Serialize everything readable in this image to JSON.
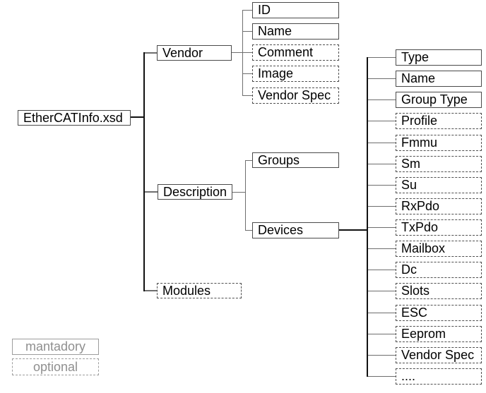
{
  "nodes": {
    "root": {
      "label": "EtherCATInfo.xsd",
      "type": "mandatory"
    },
    "vendor": {
      "label": "Vendor",
      "type": "mandatory"
    },
    "description": {
      "label": "Description",
      "type": "mandatory"
    },
    "modules": {
      "label": "Modules",
      "type": "optional"
    },
    "vendor_children": [
      {
        "label": "ID",
        "type": "mandatory"
      },
      {
        "label": "Name",
        "type": "mandatory"
      },
      {
        "label": "Comment",
        "type": "optional"
      },
      {
        "label": "Image",
        "type": "optional"
      },
      {
        "label": "Vendor Spec",
        "type": "optional"
      }
    ],
    "description_children": [
      {
        "label": "Groups",
        "type": "mandatory"
      },
      {
        "label": "Devices",
        "type": "mandatory"
      }
    ],
    "device_children": [
      {
        "label": "Type",
        "type": "mandatory"
      },
      {
        "label": "Name",
        "type": "mandatory"
      },
      {
        "label": "Group Type",
        "type": "mandatory"
      },
      {
        "label": "Profile",
        "type": "optional"
      },
      {
        "label": "Fmmu",
        "type": "optional"
      },
      {
        "label": "Sm",
        "type": "optional"
      },
      {
        "label": "Su",
        "type": "optional"
      },
      {
        "label": "RxPdo",
        "type": "optional"
      },
      {
        "label": "TxPdo",
        "type": "optional"
      },
      {
        "label": "Mailbox",
        "type": "optional"
      },
      {
        "label": "Dc",
        "type": "optional"
      },
      {
        "label": "Slots",
        "type": "optional"
      },
      {
        "label": "ESC",
        "type": "optional"
      },
      {
        "label": "Eeprom",
        "type": "optional"
      },
      {
        "label": "Vendor Spec",
        "type": "optional"
      },
      {
        "label": "....",
        "type": "optional"
      }
    ]
  },
  "legend": {
    "mandatory_label": "mantadory",
    "optional_label": "optional"
  },
  "colors": {
    "trunk_black": "#111111",
    "branch_gray": "#6e6e6e",
    "solid_border": "#4a4a4a",
    "dashed_border": "#4f4f4f",
    "legend_gray": "#8f8f8f"
  }
}
